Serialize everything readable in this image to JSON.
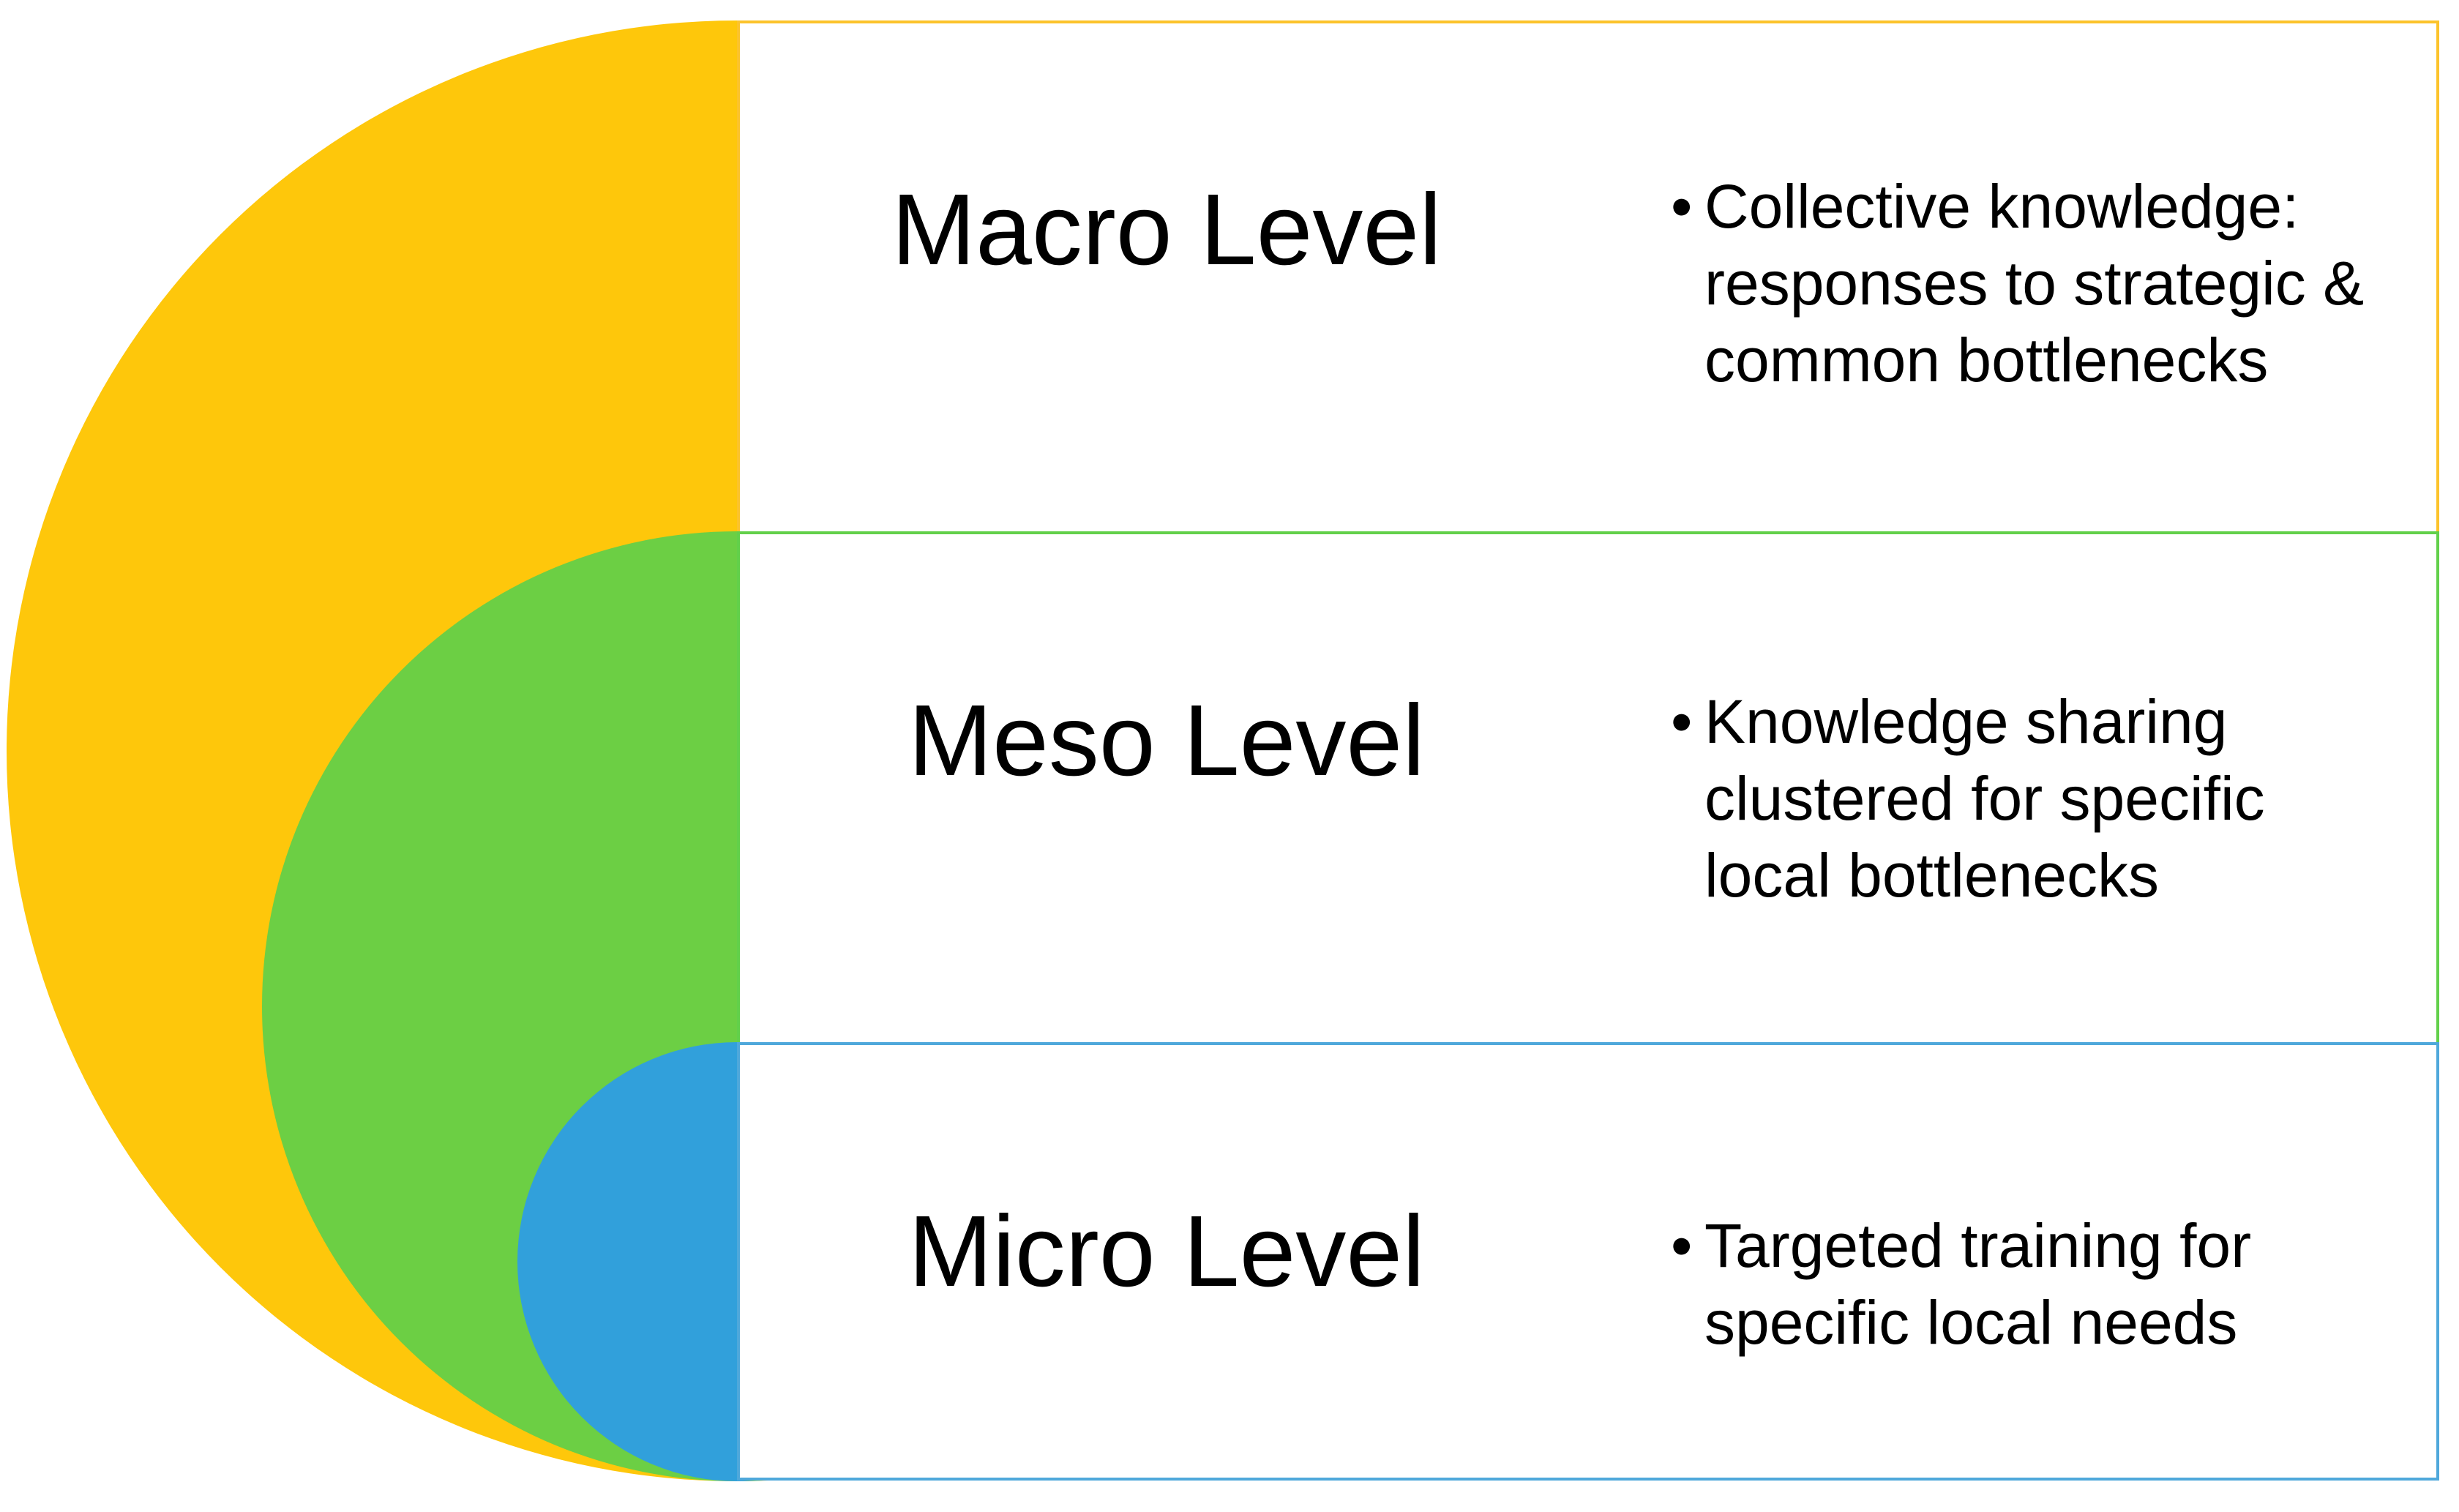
{
  "figure": {
    "type": "nested-levels-diagram",
    "background": "#FFFFFF",
    "text_color": "#000000",
    "levels": [
      {
        "id": "macro",
        "title": "Macro Level",
        "bullet_icon": "•",
        "bullet_text": "Collective knowledge:\nresponses to strategic &\ncommon bottlenecks",
        "color_fill": "#FEC70B",
        "color_border": "#FCC32B"
      },
      {
        "id": "meso",
        "title": "Meso Level",
        "bullet_icon": "•",
        "bullet_text": "Knowledge sharing\nclustered for specific\nlocal bottlenecks",
        "color_fill": "#6CCF44",
        "color_border": "#62D04A"
      },
      {
        "id": "micro",
        "title": "Micro Level",
        "bullet_icon": "•",
        "bullet_text": "Targeted training for\nspecific local needs",
        "color_fill": "#31A0DB",
        "color_border": "#4FA8DB"
      }
    ]
  }
}
